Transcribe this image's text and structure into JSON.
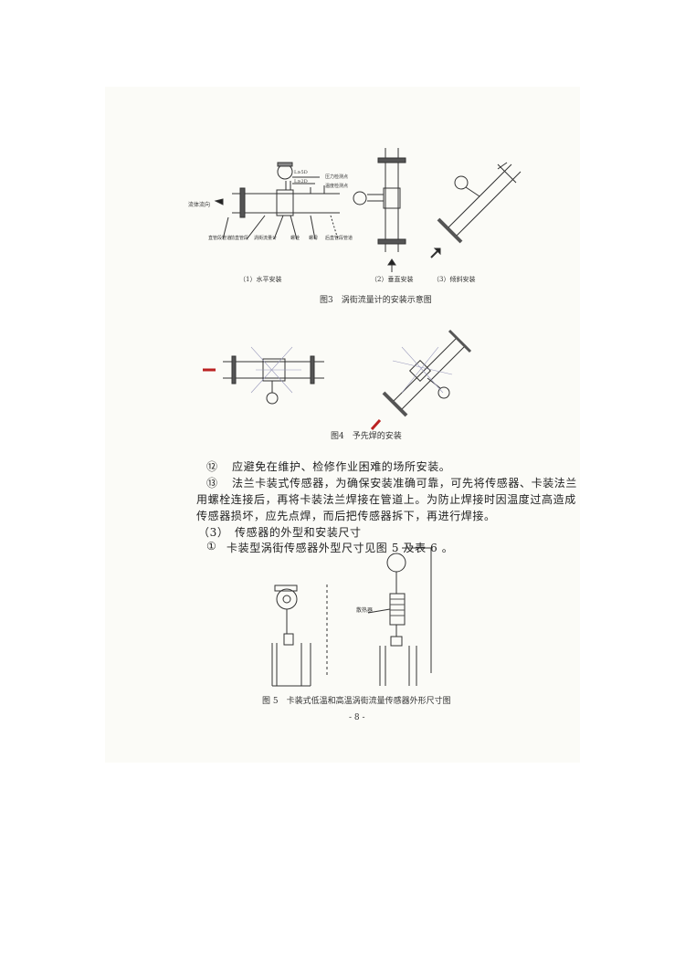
{
  "figure3": {
    "flow_label": "流体流向",
    "dimension_labels": [
      "L≥5D",
      "L≥2D"
    ],
    "callouts": [
      "压力检测点",
      "温度检测点",
      "直管段管道",
      "前直管段",
      "涡街流量计",
      "螺栓",
      "螺母",
      "后直管段管道"
    ],
    "sub_captions": [
      "（1）水平安装",
      "（2）垂直安装",
      "（3）倾斜安装"
    ],
    "caption": "图3　涡街流量计的安装示意图"
  },
  "figure4": {
    "caption": "图4　予先焊的安装"
  },
  "body": {
    "item12_marker": "⑫",
    "item12_text": "应避免在维护、检修作业困难的场所安装。",
    "item13_marker": "⑬",
    "item13_line1": "法兰卡装式传感器，为确保安装准确可靠，可先将传感器、卡装法兰",
    "item13_line2": "用螺栓连接后，再将卡装法兰焊接在管道上。为防止焊接时因温度过高造成",
    "item13_line3": "传感器损坏，应先点焊，而后把传感器拆下，再进行焊接。",
    "section3_heading": "（3）　传感器的外型和安装尺寸",
    "item1_marker": "①",
    "item1_text": "卡装型涡街传感器外型尺寸见图 5 及表 6 。"
  },
  "figure5": {
    "callout": "散热器",
    "caption": "图 5　卡装式低温和高温涡街流量传感器外形尺寸图"
  },
  "page_number": "- 8 -"
}
